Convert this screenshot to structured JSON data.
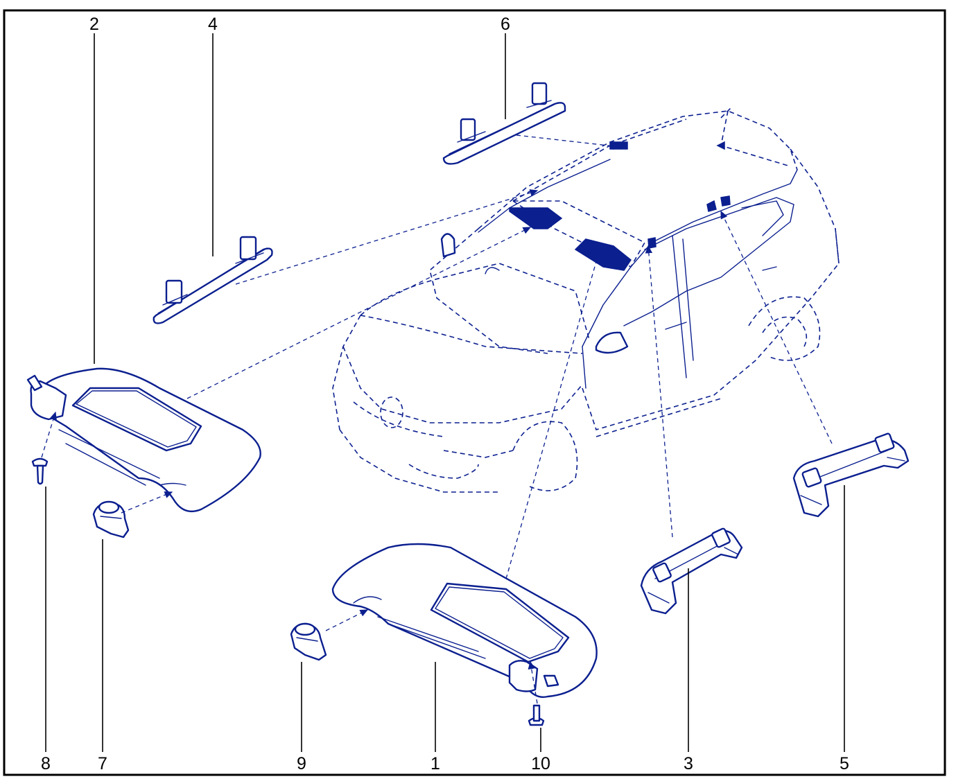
{
  "diagram": {
    "type": "exploded parts diagram",
    "line_color": "#0b1f8f",
    "callouts": [
      "2",
      "4",
      "6",
      "8",
      "7",
      "9",
      "1",
      "10",
      "3",
      "5"
    ],
    "parts": [
      {
        "callout": "1",
        "depicts": "sun visor (right, with vanity mirror)"
      },
      {
        "callout": "2",
        "depicts": "sun visor (left, with vanity mirror)"
      },
      {
        "callout": "3",
        "depicts": "grab handle"
      },
      {
        "callout": "4",
        "depicts": "roof handle / trim strip"
      },
      {
        "callout": "5",
        "depicts": "grab handle"
      },
      {
        "callout": "6",
        "depicts": "roof handle / trim strip"
      },
      {
        "callout": "7",
        "depicts": "sun visor clip"
      },
      {
        "callout": "8",
        "depicts": "screw"
      },
      {
        "callout": "9",
        "depicts": "sun visor clip"
      },
      {
        "callout": "10",
        "depicts": "screw"
      }
    ]
  }
}
